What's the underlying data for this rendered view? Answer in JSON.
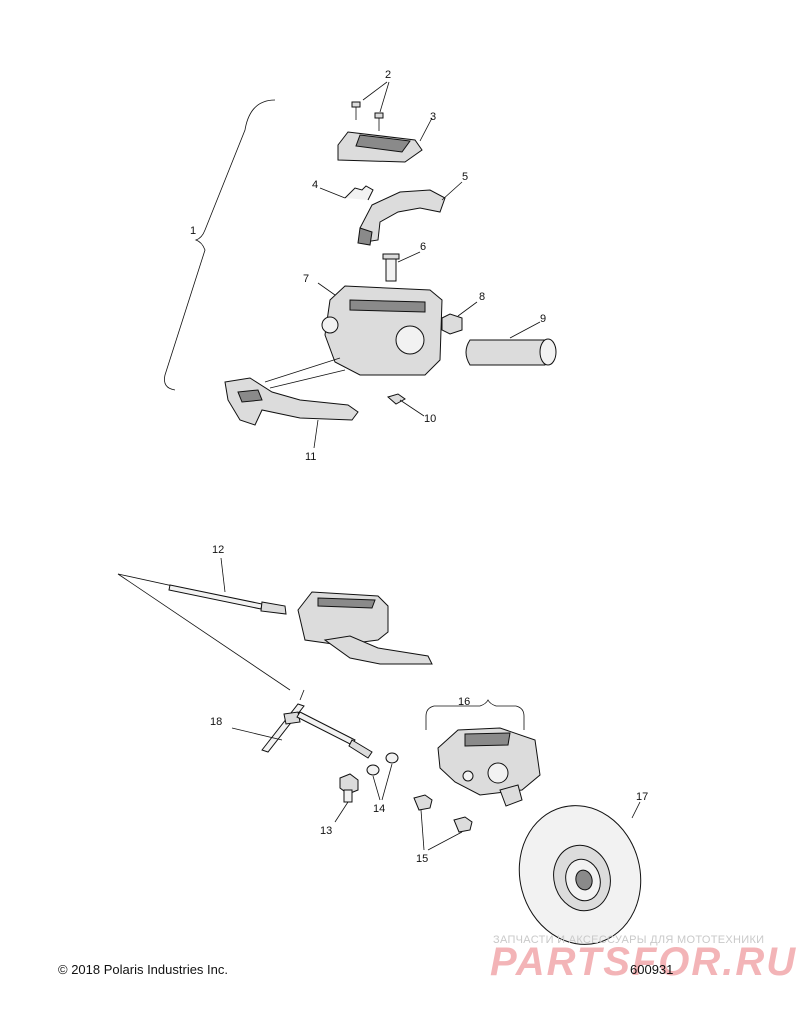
{
  "callouts": {
    "c1": "1",
    "c2": "2",
    "c3": "3",
    "c4": "4",
    "c5": "5",
    "c6": "6",
    "c7": "7",
    "c8": "8",
    "c9": "9",
    "c10": "10",
    "c11": "11",
    "c12": "12",
    "c13": "13",
    "c14": "14",
    "c15": "15",
    "c16": "16",
    "c17": "17",
    "c18": "18"
  },
  "footer": {
    "copyright": "© 2018 Polaris Industries Inc.",
    "diagram_number": "600931"
  },
  "watermark": {
    "tagline": "ЗАПЧАСТИ И АКСЕССУАРЫ ДЛЯ МОТОТЕХНИКИ",
    "site": "PARTSFOR.RU"
  },
  "colors": {
    "line": "#111111",
    "fill": "#dcdcdc",
    "watermark": "#dc2832"
  }
}
